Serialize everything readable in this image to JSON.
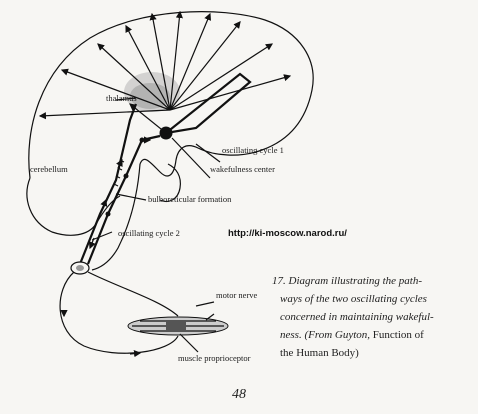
{
  "labels": {
    "thalamus": "thalamus",
    "wakefulness_center": "wakefulness center",
    "oscillating_cycle_1": "oscillating cycle 1",
    "cerebellum": "cerebellum",
    "bulboreticular_formation": "bulboreticular formation",
    "oscillating_cycle_2": "oscillating cycle 2",
    "motor_nerve": "motor nerve",
    "muscle_proprioceptor": "muscle proprioceptor"
  },
  "watermark": "http://ki-moscow.narod.ru/",
  "caption": {
    "line1": "17. Diagram illustrating the path-",
    "line2": "ways of the two oscillating cycles",
    "line3": "concerned in maintaining wakeful-",
    "line4_italic": "ness. (From Guyton, ",
    "line4_roman": "Function of",
    "line5": "the Human Body)"
  },
  "page_number": "48"
}
